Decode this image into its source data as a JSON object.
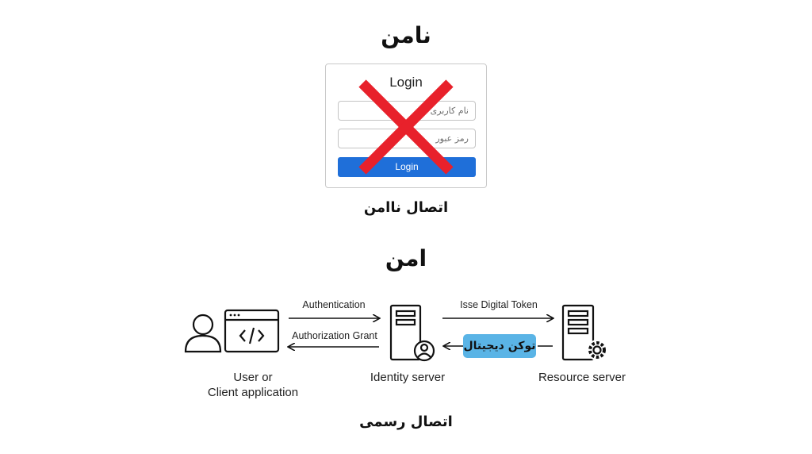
{
  "insecure": {
    "heading": "نامن",
    "card": {
      "title": "Login",
      "username_placeholder": "نام کاربری",
      "password_placeholder": "رمز عبور",
      "button_label": "Login",
      "button_color": "#1f6fd9"
    },
    "cross_color": "#e8212b",
    "caption": "اتصال ناامن"
  },
  "secure": {
    "heading": "امن",
    "nodes": {
      "client": {
        "line1": "User or",
        "line2": "Client application"
      },
      "identity": {
        "label": "Identity server"
      },
      "resource": {
        "label": "Resource server"
      }
    },
    "arrows": {
      "authentication": "Authentication",
      "authorization_grant": "Authorization Grant",
      "issue_token": "Isse Digital Token",
      "token_badge": "توکن دیجیتال"
    },
    "badge_color": "#5ab4e6",
    "caption": "اتصال رسمی"
  }
}
